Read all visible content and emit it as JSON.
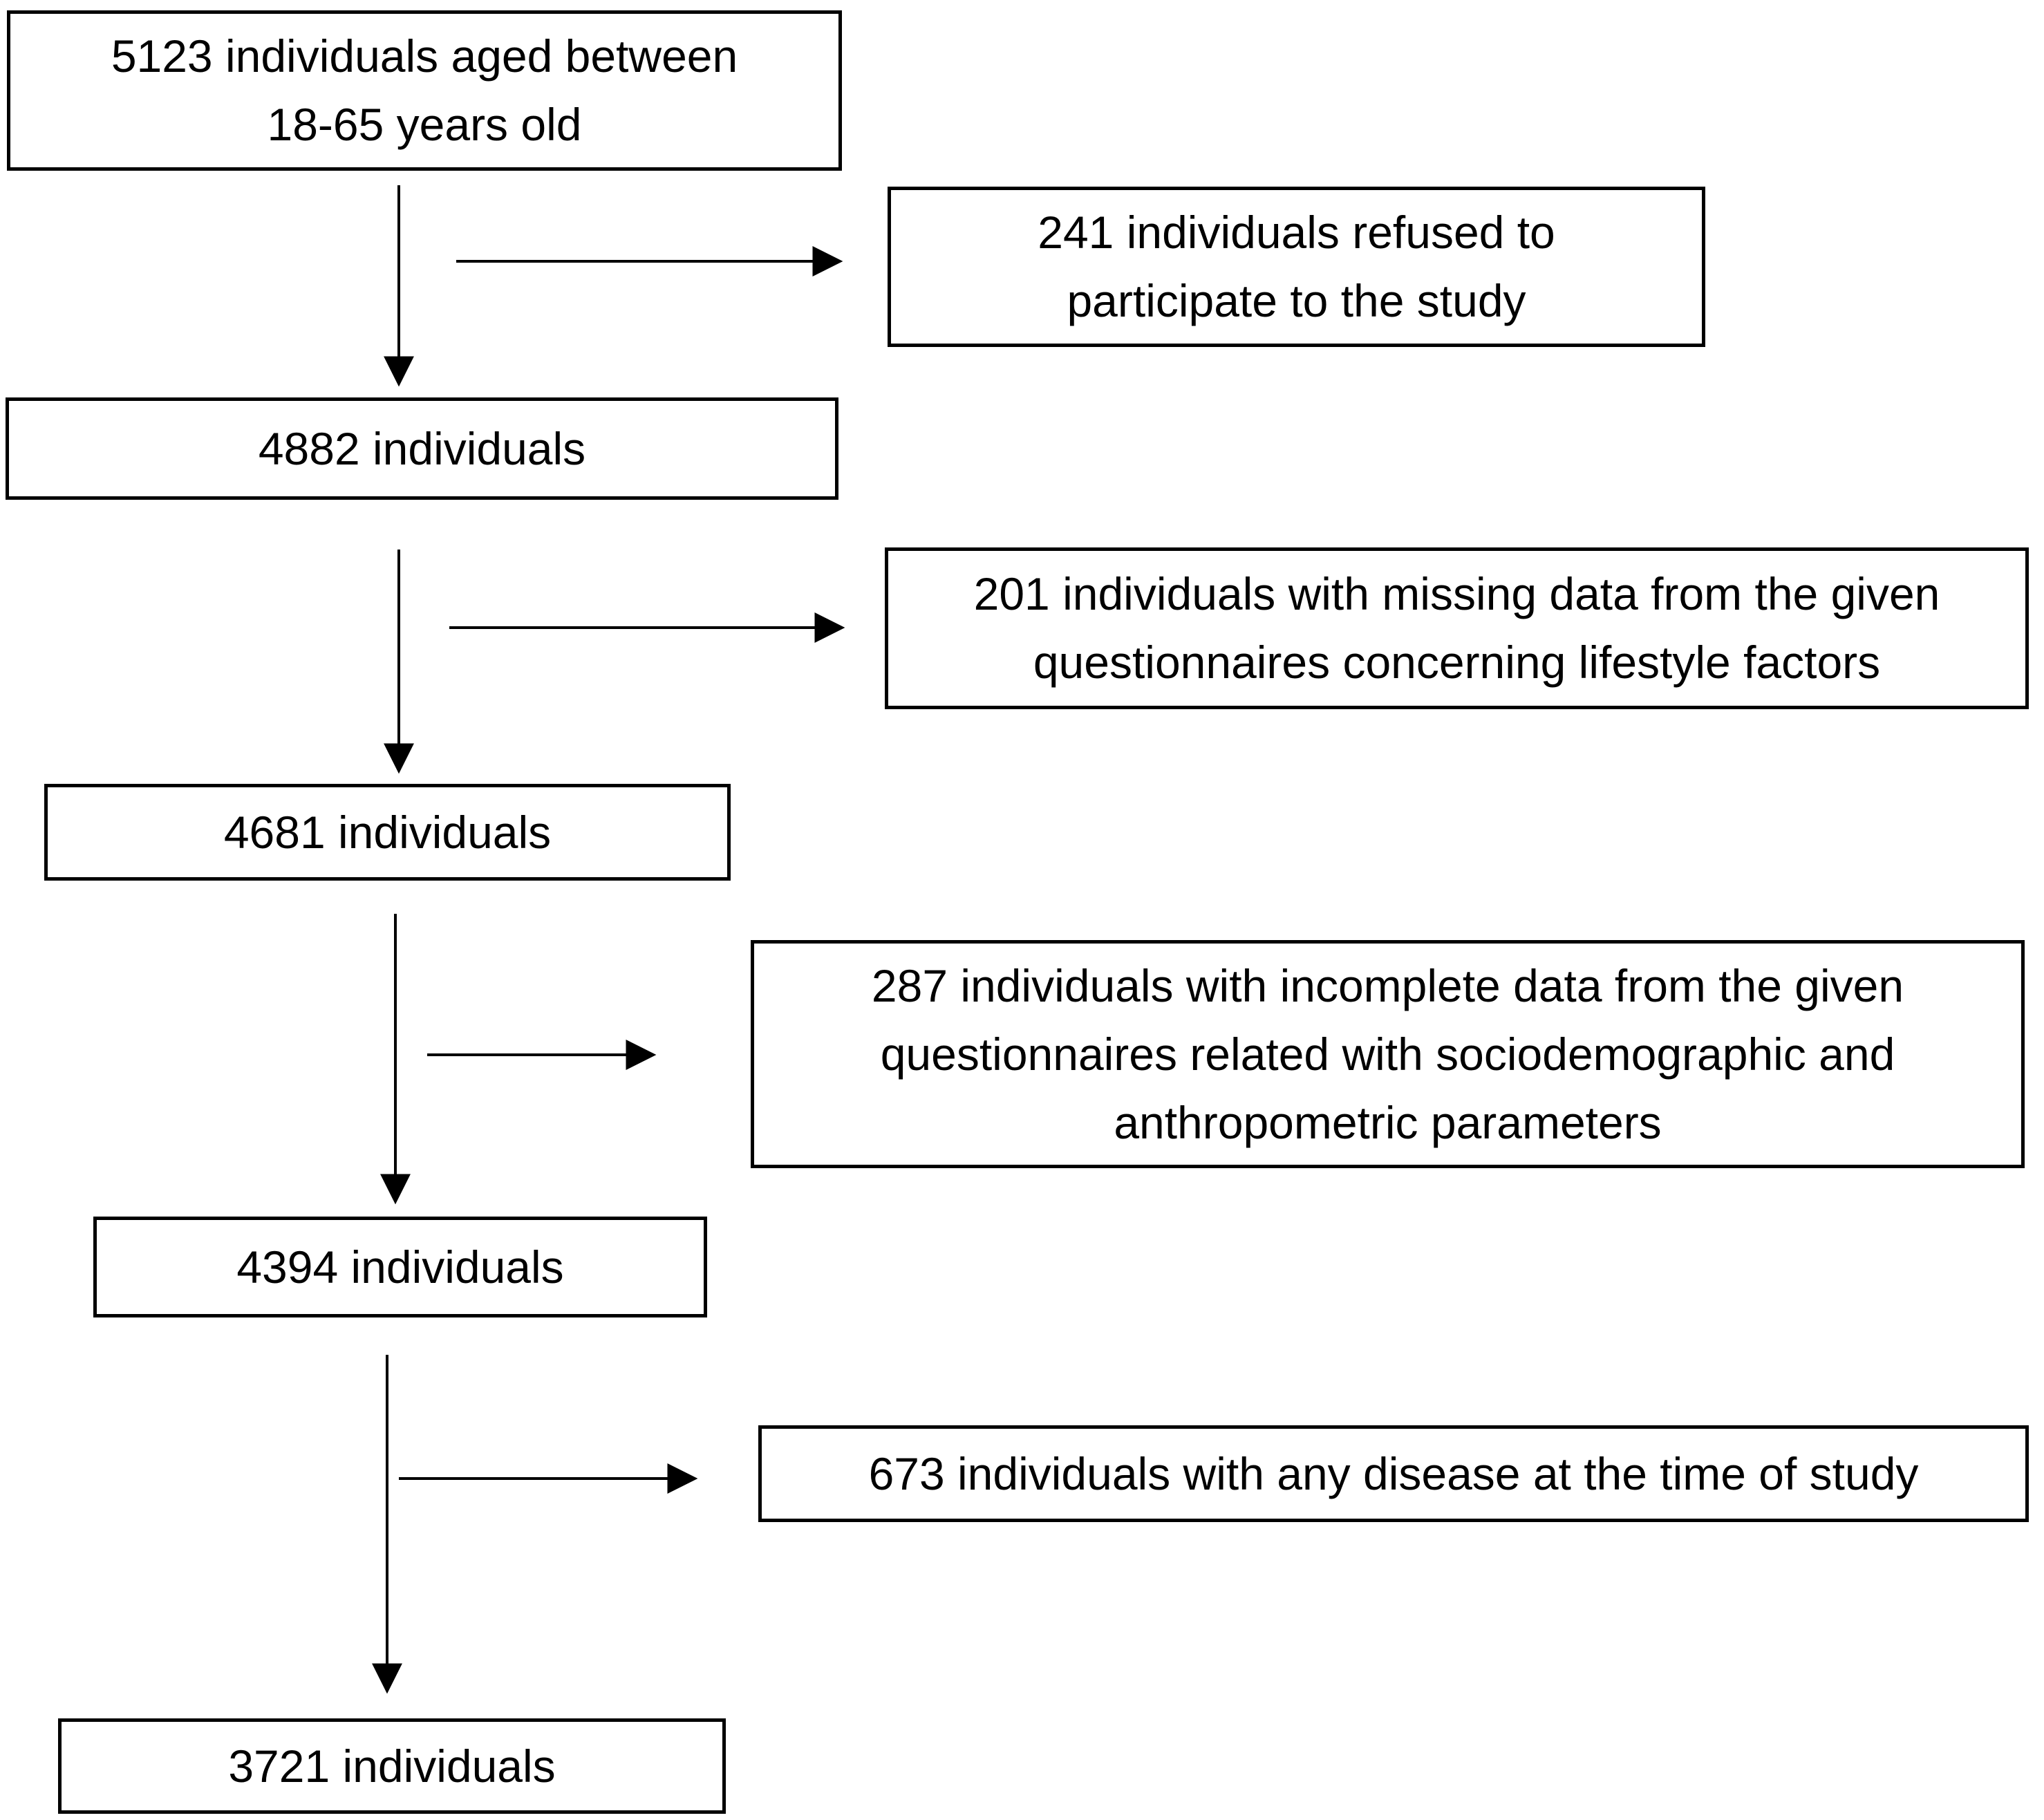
{
  "flowchart": {
    "colors": {
      "border": "#000000",
      "text": "#000000",
      "background": "#ffffff"
    },
    "nodes": [
      {
        "id": "cohort-5123",
        "role": "main",
        "label": "5123 individuals aged between\n18-65 years old"
      },
      {
        "id": "excluded-241",
        "role": "exclusion",
        "label": "241 individuals refused to\nparticipate to the study"
      },
      {
        "id": "cohort-4882",
        "role": "main",
        "label": "4882 individuals"
      },
      {
        "id": "excluded-201",
        "role": "exclusion",
        "label": "201 individuals with missing data from the given\nquestionnaires concerning lifestyle factors"
      },
      {
        "id": "cohort-4681",
        "role": "main",
        "label": "4681 individuals"
      },
      {
        "id": "excluded-287",
        "role": "exclusion",
        "label": "287 individuals with incomplete data from the given\nquestionnaires related with sociodemographic and\nanthropometric parameters"
      },
      {
        "id": "cohort-4394",
        "role": "main",
        "label": "4394 individuals"
      },
      {
        "id": "excluded-673",
        "role": "exclusion",
        "label": "673 individuals with any disease at the time of study"
      },
      {
        "id": "cohort-3721",
        "role": "main",
        "label": "3721 individuals"
      }
    ]
  }
}
